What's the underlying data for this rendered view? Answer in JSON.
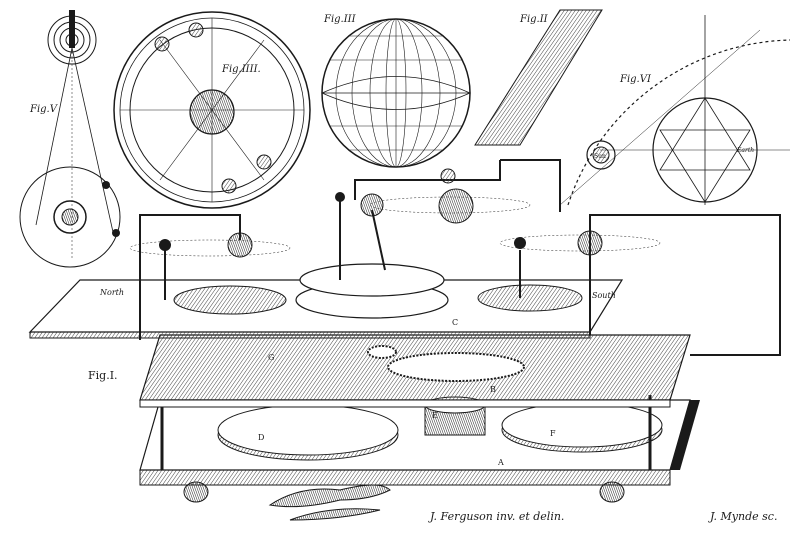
{
  "figure_labels": {
    "fig1": "Fig.I.",
    "fig2": "Fig.II",
    "fig3": "Fig.III",
    "fig4": "Fig.IIII.",
    "fig5": "Fig.V",
    "fig6": "Fig.VI"
  },
  "orientation": {
    "north": "North",
    "south": "South"
  },
  "plate_labels": {
    "A": "A",
    "B": "B",
    "C": "C",
    "D": "D",
    "E": "E",
    "F": "F",
    "G": "G"
  },
  "fig6_labels": {
    "sun": "Sun",
    "earth": "Earth"
  },
  "credits": {
    "inventor": "J. Ferguson inv. et delin.",
    "engraver": "J. Mynde sc."
  },
  "colors": {
    "ink": "#1a1a1a",
    "paper": "#ffffff",
    "hatch": "#444444"
  }
}
